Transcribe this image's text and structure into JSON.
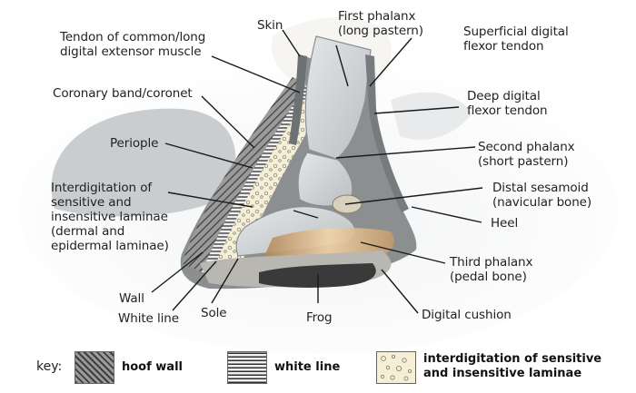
{
  "labels": {
    "skin": "Skin",
    "first_phalanx": "First phalanx\n(long pastern)",
    "superficial_tendon": "Superficial digital\nflexor tendon",
    "extensor_tendon": "Tendon of common/long\ndigital extensor muscle",
    "coronary_band": "Coronary band/coronet",
    "deep_tendon": "Deep digital\nflexor tendon",
    "periople": "Periople",
    "second_phalanx": "Second phalanx\n(short pastern)",
    "interdigitation": "Interdigitation of\nsensitive and\ninsensitive laminae\n(dermal and\nepidermal laminae)",
    "distal_sesamoid": "Distal sesamoid\n(navicular bone)",
    "heel": "Heel",
    "third_phalanx": "Third phalanx\n(pedal bone)",
    "wall": "Wall",
    "white_line": "White line",
    "sole": "Sole",
    "frog": "Frog",
    "digital_cushion": "Digital cushion"
  },
  "key": {
    "title": "key:",
    "hoof_wall": "hoof wall",
    "white_line": "white line",
    "laminae": "interdigitation of sensitive\nand insensitive laminae"
  },
  "colors": {
    "label_text": "#222222",
    "leader_line": "#1a1a1a",
    "hoof_wall": "#6e6e6e",
    "bone": "#cfd3d4",
    "laminae_fill": "#f4ecd2",
    "digital_cushion": "#e8c9a0",
    "frog": "#3a3a3a",
    "snow": "#eef0f1"
  }
}
